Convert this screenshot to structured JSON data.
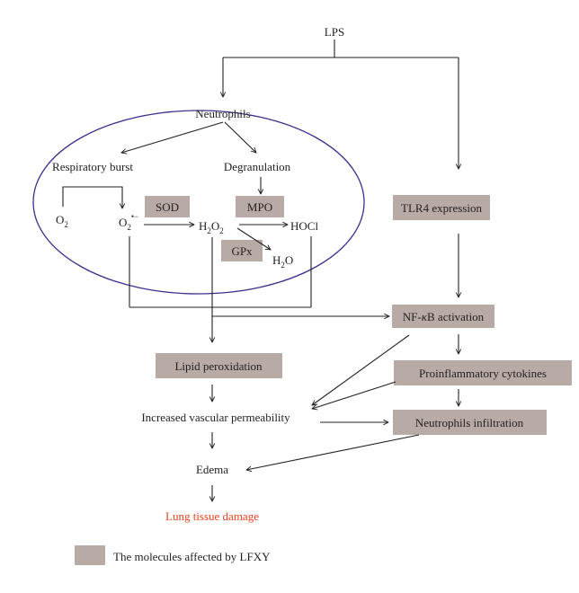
{
  "nodes": {
    "lps": "LPS",
    "neutrophils": "Neutrophils",
    "respiratory_burst": "Respiratory burst",
    "degranulation": "Degranulation",
    "o2": {
      "base": "O",
      "sub": "2"
    },
    "superoxide": {
      "base": "O",
      "sub": "2",
      "sup": "•−"
    },
    "sod": "SOD",
    "mpo": "MPO",
    "h2o2": {
      "a": "H",
      "s1": "2",
      "b": "O",
      "s2": "2"
    },
    "hocl": "HOCl",
    "gpx": "GPx",
    "h2o": {
      "a": "H",
      "s": "2",
      "b": "O"
    },
    "tlr4": "TLR4 expression",
    "nfkb": {
      "pre": "NF-",
      "kappa": "κ",
      "post": "B activation"
    },
    "lipid": "Lipid peroxidation",
    "cytokines": "Proinflammatory cytokines",
    "permeability": "Increased vascular permeability",
    "infiltration": "Neutrophils infiltration",
    "edema": "Edema",
    "damage": "Lung tissue damage"
  },
  "legend": {
    "label": "The molecules affected by LFXY"
  },
  "colors": {
    "box_fill": "#b8aba6",
    "ellipse": "#3a2f8c",
    "outcome": "#e8431f",
    "ink": "#231f20"
  }
}
